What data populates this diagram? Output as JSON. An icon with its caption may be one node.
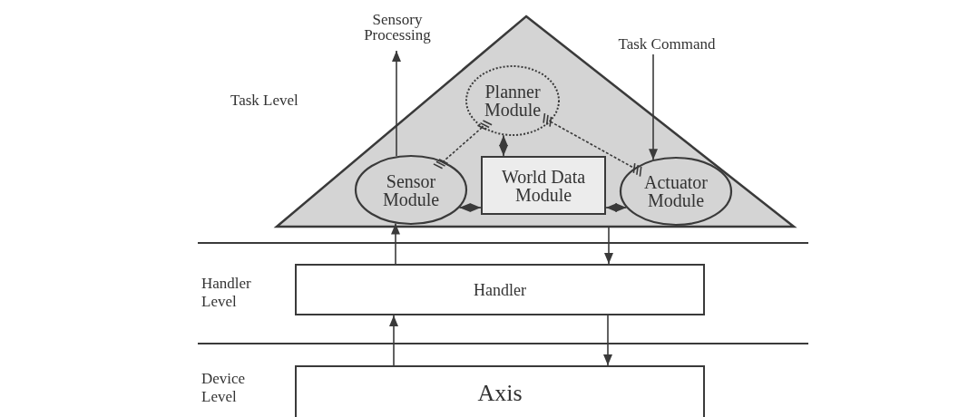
{
  "diagram": {
    "nodes": [
      {
        "text": [],
        "shape": "triangle"
      },
      {
        "text": [
          "Planner Module"
        ],
        "in": 0
      },
      {
        "text": [
          "Sensor Module"
        ],
        "in": 0
      },
      {
        "text": [
          "World Data Module"
        ],
        "in": 0
      },
      {
        "text": [
          "Actuator Module"
        ],
        "in": 0
      },
      {
        "text": [
          "Sensory Processing"
        ]
      },
      {
        "text": [
          "Task Command"
        ]
      },
      {
        "text": [
          "Handler"
        ]
      },
      {
        "text": [
          "Axis"
        ]
      }
    ],
    "edges": [
      {
        "from": 2,
        "to": 5,
        "arrow": "to"
      },
      {
        "from": 6,
        "to": 4,
        "arrow": "to"
      },
      {
        "from": 1,
        "to": 3,
        "arrow": "both"
      },
      {
        "from": 2,
        "to": 3,
        "arrow": "both"
      },
      {
        "from": 3,
        "to": 4,
        "arrow": "both"
      },
      {
        "from": 1,
        "to": 2,
        "arrow": "other",
        "style": "dashed"
      },
      {
        "from": 1,
        "to": 4,
        "arrow": "other",
        "style": "dashed"
      },
      {
        "from": 7,
        "to": 2,
        "arrow": "to"
      },
      {
        "from": 0,
        "to": 7,
        "arrow": "to"
      },
      {
        "from": 8,
        "to": 7,
        "arrow": "to"
      },
      {
        "from": 7,
        "to": 8,
        "arrow": "to"
      }
    ],
    "labels": [
      "Task Level",
      "Handler Level",
      "Device Level"
    ]
  }
}
